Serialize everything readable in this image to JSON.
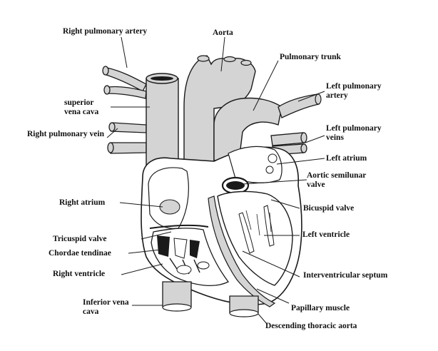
{
  "labels": {
    "right_pulmonary_artery": "Right pulmonary artery",
    "aorta": "Aorta",
    "pulmonary_trunk": "Pulmonary trunk",
    "left_pulmonary_artery": "Left pulmonary artery",
    "superior_vena_cava": "superior vena cava",
    "right_pulmonary_vein": "Right pulmonary vein",
    "left_pulmonary_veins": "Left pulmonary veins",
    "left_atrium": "Left atrium",
    "aortic_semilunar_valve": "Aortic semilunar valve",
    "right_atrium": "Right atrium",
    "bicuspid_valve": "Bicuspid valve",
    "tricuspid_valve": "Tricuspid valve",
    "left_ventricle": "Left ventricle",
    "chordae_tendinae": "Chordae tendinae",
    "right_ventricle": "Right ventricle",
    "interventricular_septum": "Interventricular septum",
    "inferior_vena_cava": "Inferior vena cava",
    "papillary_muscle": "Papillary muscle",
    "descending_thoracic_aorta": "Descending thoracic aorta"
  },
  "colors": {
    "vessel_fill": "#d4d4d4",
    "outline": "#1a1a1a",
    "chamber_fill": "#ffffff"
  }
}
